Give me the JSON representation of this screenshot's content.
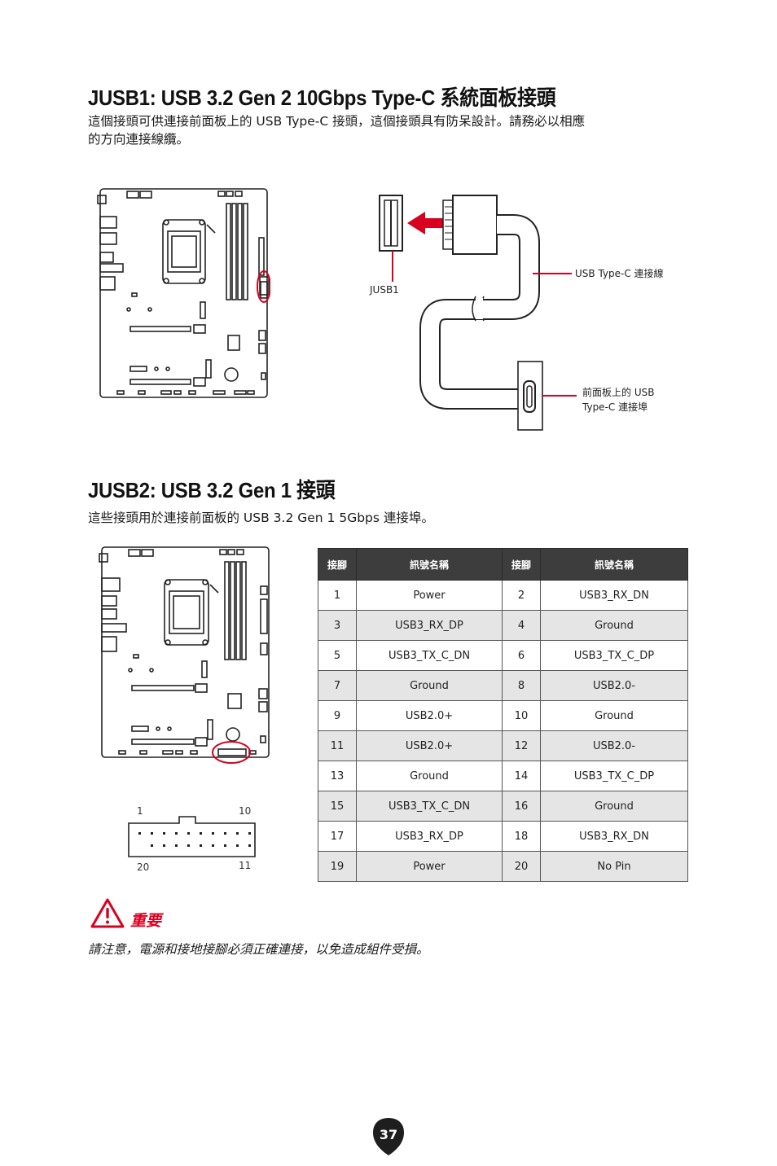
{
  "sections": {
    "jusb1": {
      "title": "JUSB1: USB 3.2 Gen 2 10Gbps Type-C 系統面板接頭",
      "description_line1": "這個接頭可供連接前面板上的 USB Type-C 接頭，這個接頭具有防呆設計。請務必以相應",
      "description_line2": "的方向連接線纜。",
      "labels": {
        "header": "JUSB1",
        "cable": "USB Type-C 連接線",
        "port_line1": "前面板上的 USB",
        "port_line2": "Type-C 連接埠"
      }
    },
    "jusb2": {
      "title": "JUSB2: USB 3.2 Gen 1 接頭",
      "description": "這些接頭用於連接前面板的 USB 3.2 Gen 1 5Gbps 連接埠。",
      "connector_labels": {
        "top_left": "1",
        "top_right": "10",
        "bottom_left": "20",
        "bottom_right": "11"
      },
      "table": {
        "headers": [
          "接腳",
          "訊號名稱",
          "接腳",
          "訊號名稱"
        ],
        "rows": [
          [
            "1",
            "Power",
            "2",
            "USB3_RX_DN"
          ],
          [
            "3",
            "USB3_RX_DP",
            "4",
            "Ground"
          ],
          [
            "5",
            "USB3_TX_C_DN",
            "6",
            "USB3_TX_C_DP"
          ],
          [
            "7",
            "Ground",
            "8",
            "USB2.0-"
          ],
          [
            "9",
            "USB2.0+",
            "10",
            "Ground"
          ],
          [
            "11",
            "USB2.0+",
            "12",
            "USB2.0-"
          ],
          [
            "13",
            "Ground",
            "14",
            "USB3_TX_C_DP"
          ],
          [
            "15",
            "USB3_TX_C_DN",
            "16",
            "Ground"
          ],
          [
            "17",
            "USB3_RX_DP",
            "18",
            "USB3_RX_DN"
          ],
          [
            "19",
            "Power",
            "20",
            "No Pin"
          ]
        ]
      }
    }
  },
  "important": {
    "title": "重要",
    "text": "請注意，電源和接地接腳必須正確連接，以免造成組件受損。"
  },
  "page_number": "37",
  "colors": {
    "accent": "#d8001e",
    "table_header": "#3d3d3d",
    "table_alt_row": "#e5e5e5",
    "page_badge": "#1e1e1e"
  }
}
